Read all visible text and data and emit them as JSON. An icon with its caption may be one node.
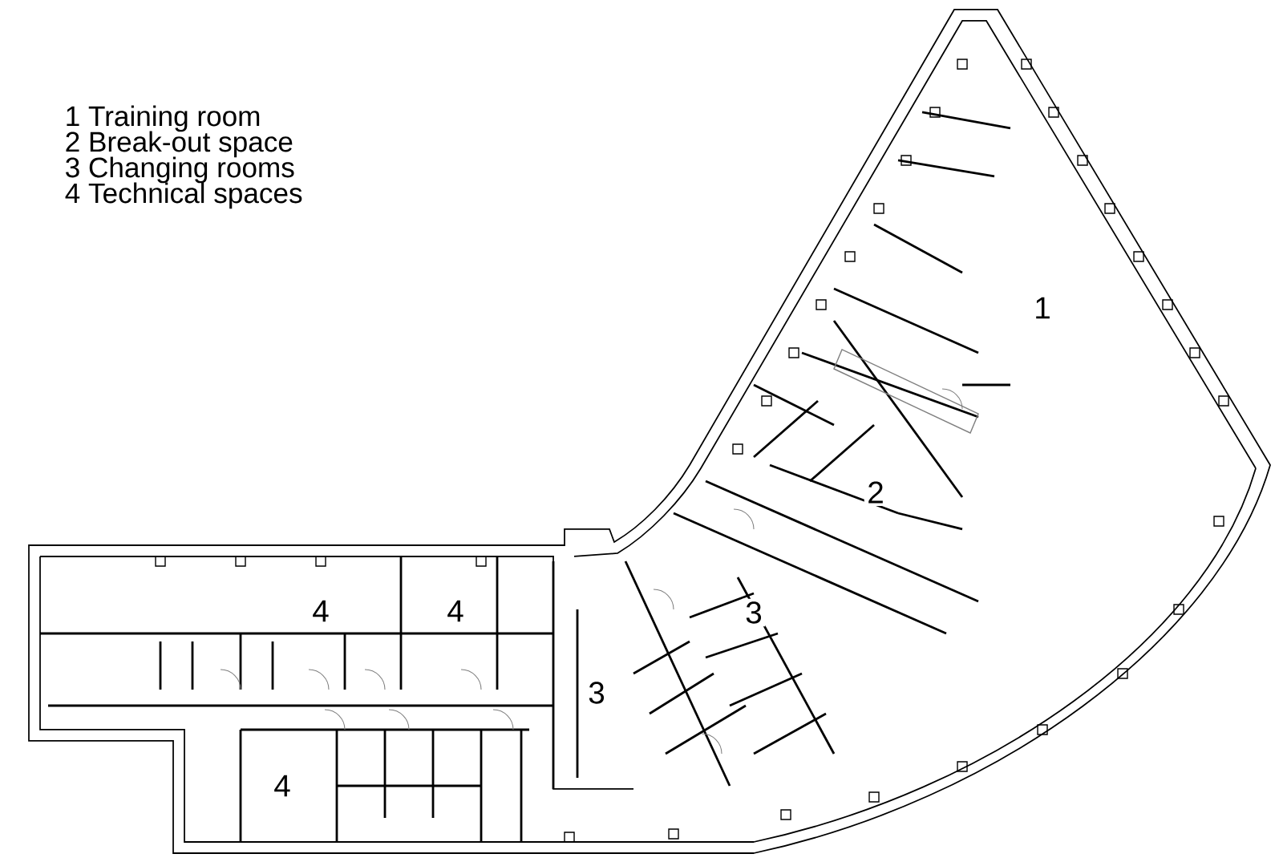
{
  "diagram": {
    "labels": [
      "1 Training room",
      "2 Break-out space",
      "3 Changing rooms",
      "4 Technical spaces",
      "1",
      "2",
      "3",
      "3",
      "4",
      "4",
      "4"
    ]
  }
}
